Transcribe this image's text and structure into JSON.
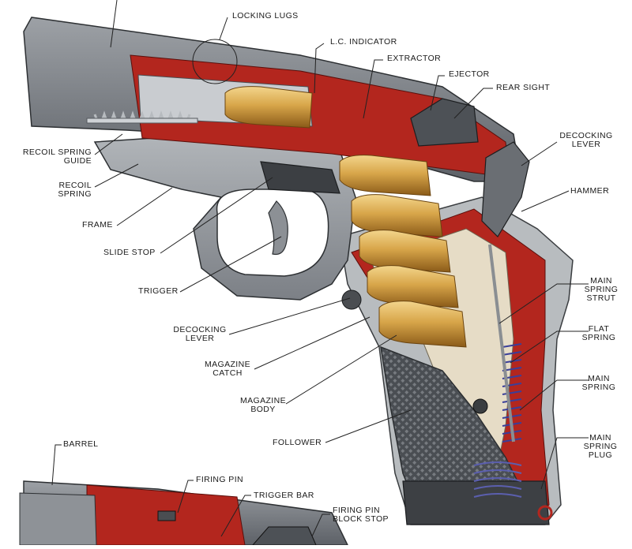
{
  "colors": {
    "slide_grey": "#7a7e84",
    "frame_grey": "#9a9ea3",
    "cutaway_red": "#b3261e",
    "brass": "#d8a64a",
    "spring_blue": "#3a3f9a",
    "grip_dark": "#55595e",
    "leader": "#222222"
  },
  "labels": {
    "locking_lugs": [
      "LOCKING LUGS"
    ],
    "lc_indicator": [
      "L.C. INDICATOR"
    ],
    "extractor": [
      "EXTRACTOR"
    ],
    "ejector": [
      "EJECTOR"
    ],
    "rear_sight": [
      "REAR SIGHT"
    ],
    "decocking_lever_right": [
      "DECOCKING",
      "LEVER"
    ],
    "hammer": [
      "HAMMER"
    ],
    "recoil_spring_guide": [
      "RECOIL SPRING",
      "GUIDE"
    ],
    "recoil_spring": [
      "RECOIL",
      "SPRING"
    ],
    "frame": [
      "FRAME"
    ],
    "slide_stop": [
      "SLIDE STOP"
    ],
    "trigger": [
      "TRIGGER"
    ],
    "decocking_lever_left": [
      "DECOCKING",
      "LEVER"
    ],
    "magazine_catch": [
      "MAGAZINE",
      "CATCH"
    ],
    "magazine_body": [
      "MAGAZINE",
      "BODY"
    ],
    "follower": [
      "FOLLOWER"
    ],
    "main_spring_strut": [
      "MAIN",
      "SPRING",
      "STRUT"
    ],
    "flat_spring": [
      "FLAT",
      "SPRING"
    ],
    "main_spring": [
      "MAIN",
      "SPRING"
    ],
    "main_spring_plug": [
      "MAIN",
      "SPRING",
      "PLUG"
    ],
    "barrel": [
      "BARREL"
    ],
    "firing_pin": [
      "FIRING PIN"
    ],
    "trigger_bar": [
      "TRIGGER BAR"
    ],
    "firing_pin_block_stop": [
      "FIRING PIN",
      "BLOCK STOP"
    ]
  }
}
